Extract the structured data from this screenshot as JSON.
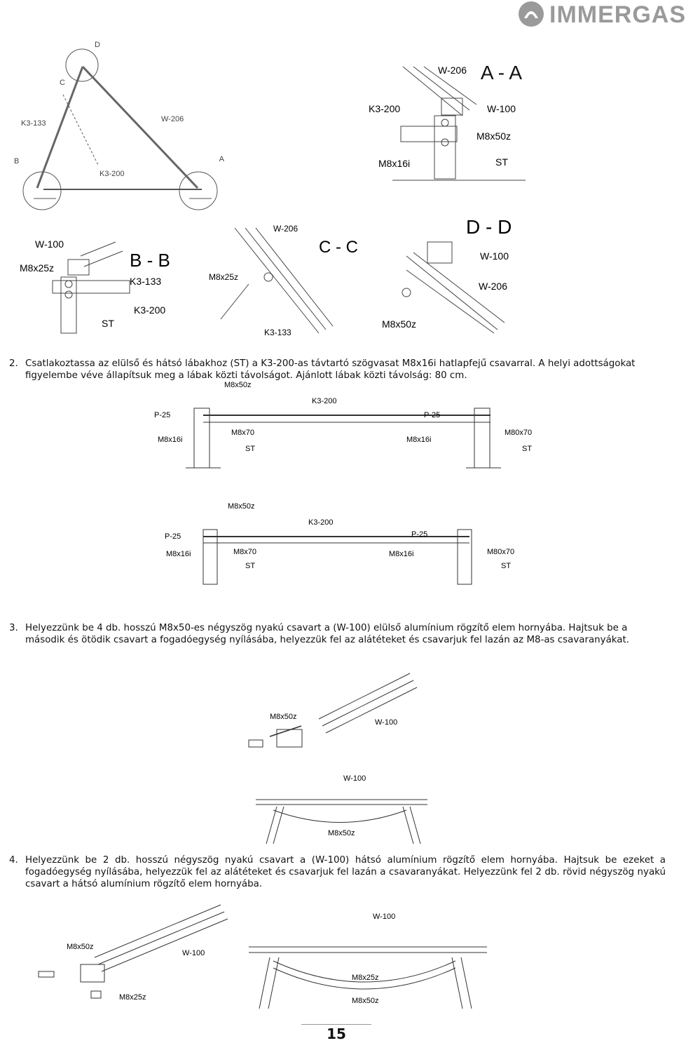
{
  "brand": {
    "name": "IMMERGAS",
    "logo_color": "#9a9a9a"
  },
  "figures": {
    "overview": {
      "labels": [
        "D",
        "C",
        "K3-133",
        "W-206",
        "B",
        "K3-200",
        "A"
      ]
    },
    "section_aa": {
      "title": "A - A",
      "labels": [
        "W-206",
        "K3-200",
        "W-100",
        "M8x50z",
        "M8x16i",
        "ST"
      ]
    },
    "section_bb": {
      "title": "B - B",
      "labels": [
        "W-100",
        "M8x25z",
        "K3-133",
        "K3-200",
        "ST"
      ]
    },
    "section_cc": {
      "title": "C - C",
      "labels": [
        "W-206",
        "M8x25z",
        "K3-133"
      ]
    },
    "section_dd": {
      "title": "D - D",
      "labels": [
        "W-100",
        "W-206",
        "M8x50z"
      ]
    },
    "frame_a": {
      "labels": [
        "M8x50z",
        "K3-200",
        "P-25",
        "P-25",
        "M8x16i",
        "M8x70",
        "ST",
        "M8x16i",
        "M80x70",
        "ST"
      ]
    },
    "frame_b": {
      "labels": [
        "M8x50z",
        "K3-200",
        "P-25",
        "P-25",
        "M8x16i",
        "M8x70",
        "ST",
        "M8x16i",
        "M80x70",
        "ST"
      ]
    },
    "rail_detail": {
      "labels": [
        "M8x50z",
        "W-100"
      ]
    },
    "rail_assembly": {
      "labels": [
        "W-100",
        "M8x50z"
      ]
    },
    "rear_detail": {
      "labels": [
        "M8x50z",
        "W-100",
        "M8x25z"
      ]
    },
    "rear_assembly": {
      "labels": [
        "W-100",
        "M8x25z",
        "M8x50z"
      ]
    }
  },
  "steps": [
    {
      "number": "2.",
      "text": "Csatlakoztassa az elülső és hátsó lábakhoz (ST) a K3-200-as távtartó szögvasat M8x16i hatlapfejű csavarral. A helyi adottságokat figyelembe véve állapítsuk meg a lábak közti távolságot. Ajánlott lábak közti távolság: 80 cm."
    },
    {
      "number": "3.",
      "text": "Helyezzünk be 4 db. hosszú M8x50-es négyszög nyakú csavart a (W-100) elülső alumínium rögzítő elem hornyába. Hajtsuk be a második és ötödik csavart a fogadóegység nyílásába, helyezzük fel az alátéteket és csavarjuk fel lazán az M8-as csavaranyákat."
    },
    {
      "number": "4.",
      "text": "Helyezzünk be 2 db. hosszú négyszög nyakú csavart a (W-100) hátsó alumínium rögzítő elem hornyába. Hajtsuk be ezeket a fogadóegység nyílásába, helyezzük fel az alátéteket és csavarjuk fel lazán a csavaranyákat. Helyezzünk fel 2 db. rövid négyszög nyakú csavart a hátsó alumínium rögzítő elem hornyába."
    }
  ],
  "page_number": "15"
}
